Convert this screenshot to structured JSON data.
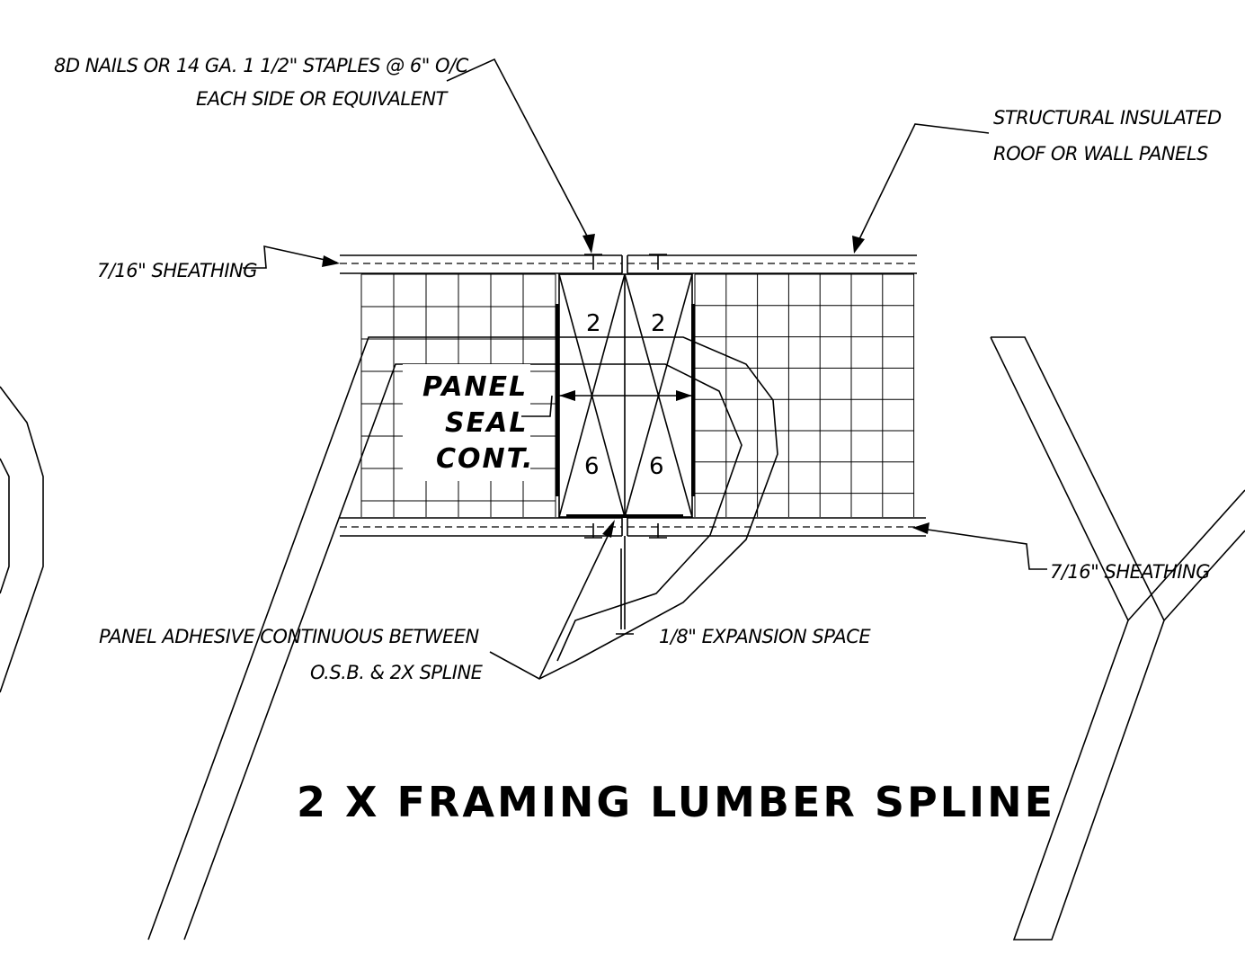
{
  "labels": {
    "fastener_line1": "8D NAILS OR 14 GA. 1 1/2\" STAPLES @ 6\"  O/C",
    "fastener_line2": "EACH SIDE OR EQUIVALENT",
    "panels_line1": "STRUCTURAL INSULATED",
    "panels_line2": "ROOF OR WALL PANELS",
    "sheathing_top": "7/16\" SHEATHING",
    "sheathing_bottom": "7/16\" SHEATHING",
    "panel_seal_line1": "PANEL",
    "panel_seal_line2": "SEAL",
    "panel_seal_line3": "CONT.",
    "adhesive_line1": "PANEL ADHESIVE CONTINUOUS BETWEEN",
    "adhesive_line2": "O.S.B. & 2X SPLINE",
    "expansion": "1/8\" EXPANSION SPACE",
    "dim_top_left": "2",
    "dim_top_right": "2",
    "dim_bottom_left": "6",
    "dim_bottom_right": "6"
  },
  "title": "2 X FRAMING LUMBER SPLINE"
}
